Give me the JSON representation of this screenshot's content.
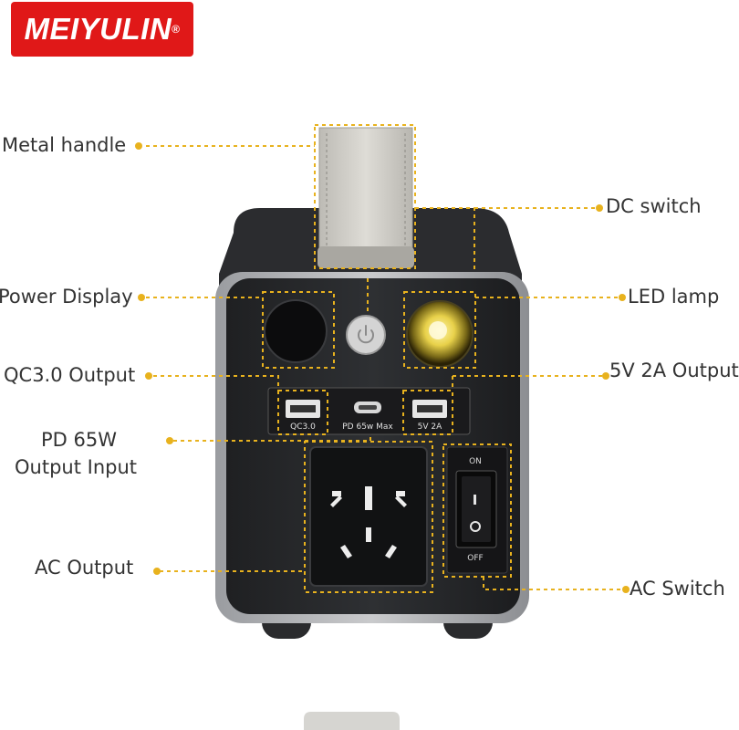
{
  "brand": {
    "name": "MEIYULIN",
    "mark": "®",
    "color": "#e01818"
  },
  "accent_color": "#e8b21e",
  "callouts": {
    "metal_handle": "Metal handle",
    "dc_switch": "DC switch",
    "power_display": "Power Display",
    "led_lamp": "LED lamp",
    "qc_output": "QC3.0 Output",
    "usb_output": "5V 2A Output",
    "pd_line1": "PD 65W",
    "pd_line2": "Output  Input",
    "ac_output": "AC Output",
    "ac_switch": "AC Switch"
  },
  "port_labels": {
    "qc": "QC3.0",
    "pd": "PD 65w Max",
    "usb": "5V 2A"
  },
  "switch_labels": {
    "on": "ON",
    "off": "OFF"
  }
}
